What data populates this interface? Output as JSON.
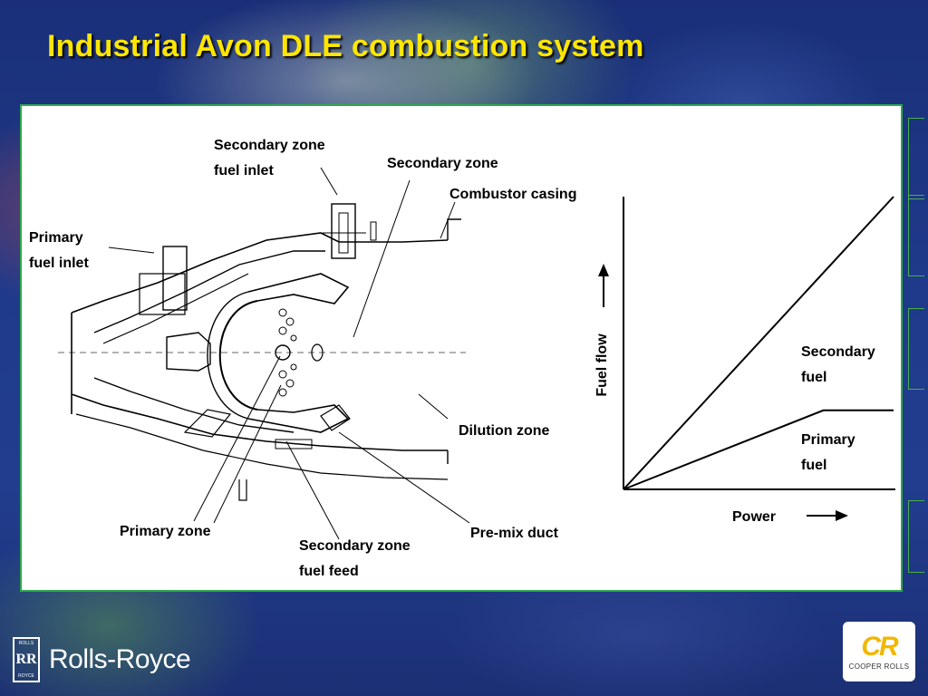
{
  "slide": {
    "title": "Industrial Avon DLE combustion system"
  },
  "diagram": {
    "labels": {
      "secondary_zone_fuel_inlet_1": "Secondary zone",
      "secondary_zone_fuel_inlet_2": "fuel inlet",
      "secondary_zone": "Secondary zone",
      "combustor_casing": "Combustor casing",
      "primary_fuel_inlet_1": "Primary",
      "primary_fuel_inlet_2": "fuel inlet",
      "dilution_zone": "Dilution zone",
      "primary_zone": "Primary zone",
      "secondary_zone_fuel_feed_1": "Secondary zone",
      "secondary_zone_fuel_feed_2": "fuel feed",
      "premix_duct": "Pre-mix duct"
    }
  },
  "chart_data": {
    "type": "line",
    "xlabel": "Power",
    "ylabel": "Fuel flow",
    "series": [
      {
        "name": "Secondary fuel",
        "values": [
          [
            0,
            0
          ],
          [
            1,
            1
          ]
        ]
      },
      {
        "name": "Primary fuel",
        "values": [
          [
            0,
            0
          ],
          [
            0.74,
            0.27
          ],
          [
            1,
            0.27
          ]
        ]
      }
    ],
    "legend_text": {
      "secondary_1": "Secondary",
      "secondary_2": "fuel",
      "primary_1": "Primary",
      "primary_2": "fuel"
    }
  },
  "footer": {
    "brand_left": "Rolls-Royce",
    "badge_top": "ROLLS",
    "badge_mono": "RR",
    "badge_bottom": "ROYCE",
    "brand_right_mark": "CR",
    "brand_right_text": "COOPER ROLLS"
  },
  "colors": {
    "title": "#ffe600",
    "panel_border": "#2ca84a",
    "background": "#1f3a8a"
  }
}
